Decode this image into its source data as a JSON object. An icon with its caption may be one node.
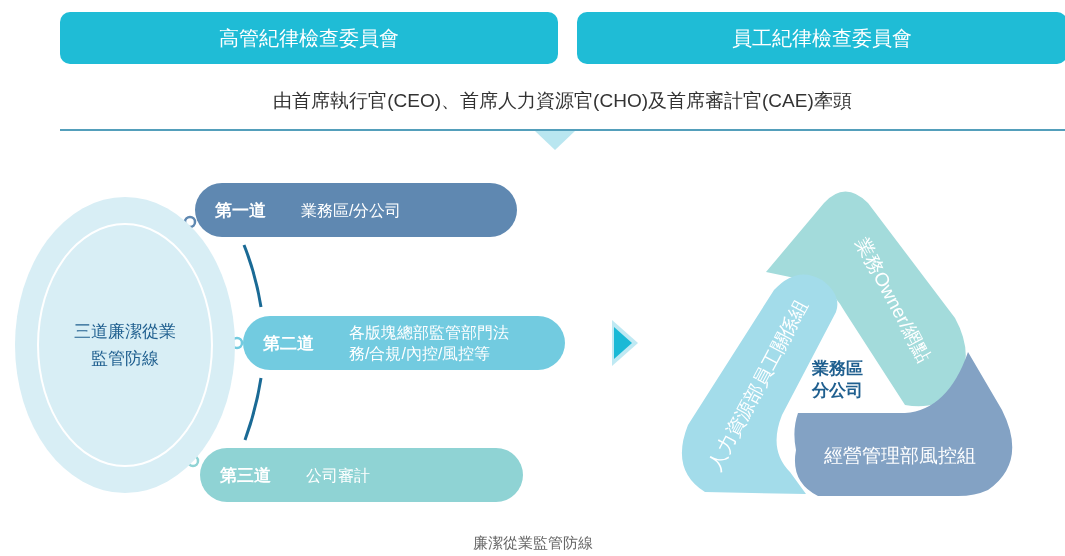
{
  "diagram": {
    "caption": "廉潔從業監管防線",
    "nodes": [
      {
        "text": [
          "高管紀律檢查委員會"
        ]
      },
      {
        "text": [
          "員工紀律檢查委員會"
        ]
      },
      {
        "text": [
          "三道廉潔從業監管防線"
        ]
      },
      {
        "text": [
          "第一道",
          "業務區/分公司"
        ]
      },
      {
        "text": [
          "第二道",
          "各版塊總部監管部門法務/合規/內控/風控等"
        ]
      },
      {
        "text": [
          "第三道",
          "公司審計"
        ]
      },
      {
        "text": [
          "業務Owner/網點"
        ]
      },
      {
        "text": [
          "人力資源部員工關係組"
        ]
      },
      {
        "text": [
          "經營管理部風控組"
        ]
      }
    ],
    "labels": [
      "由首席執行官(CEO)、首席人力資源官(CHO)及首席審計官(CAE)牽頭",
      "業務區分公司"
    ]
  }
}
